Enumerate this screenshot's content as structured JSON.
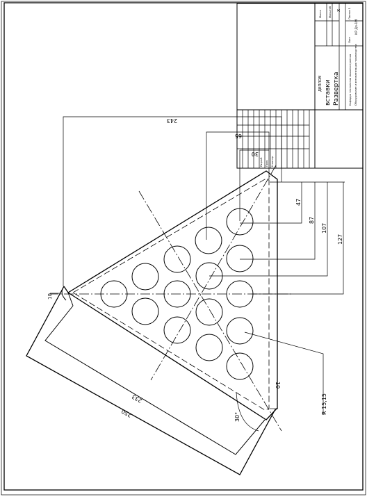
{
  "title_block": {
    "title_line1": "Развертка",
    "title_line2": "вставки",
    "cell_top": "Масса",
    "cell_top2": "Масштаб",
    "cell_x": "x",
    "sheet_label": "Лист",
    "sheets_label": "Листов 1",
    "doc_code": "КР Дп-1М",
    "stamp": "ДИПЛОМ",
    "org_line1": "Кафедра технологии машиностроения",
    "org_line2": "Оборудование и автоматизация производства",
    "sig_developer": "Разраб.",
    "sig_checker": "Пров.",
    "sig_norm": "Н.контр."
  },
  "dimensions": {
    "d243": "243",
    "d65": "65",
    "d30": "30",
    "d47": "47",
    "d87": "87",
    "d107": "107",
    "d127": "127",
    "d10": "10",
    "d233": "233",
    "d250": "250",
    "d10_side": "10",
    "angle": "30°",
    "radius": "R 15,15"
  }
}
